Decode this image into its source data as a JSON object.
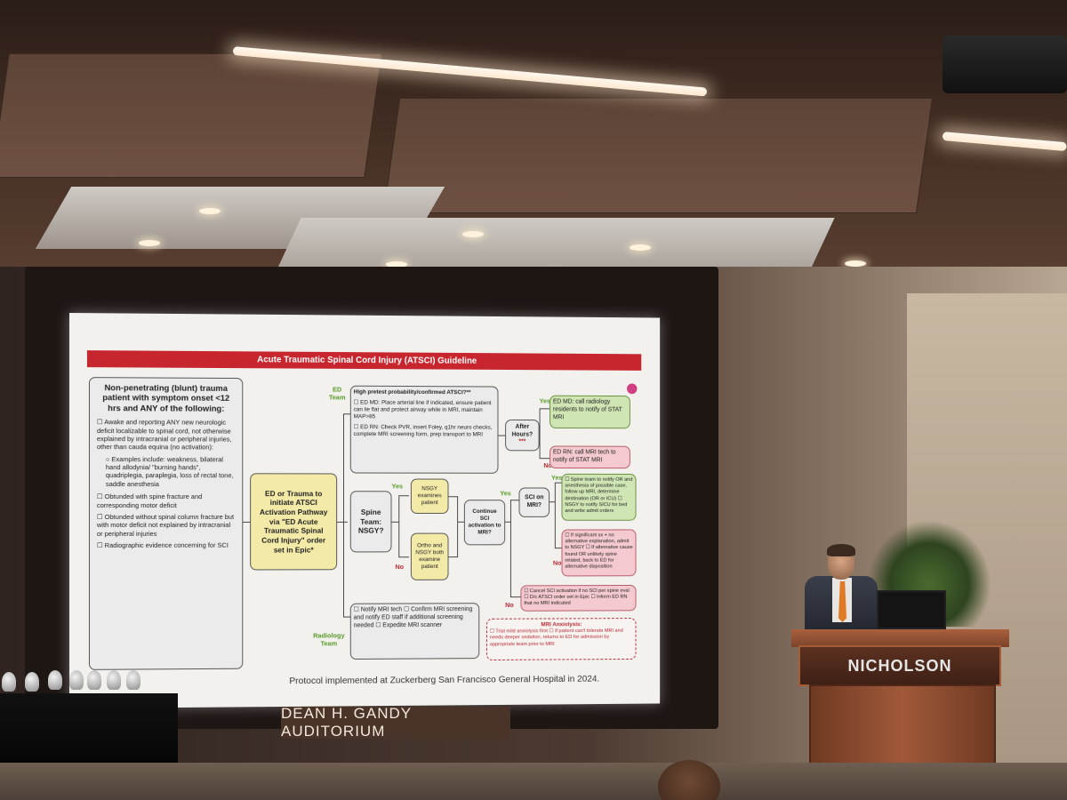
{
  "slide": {
    "title": "Acute Traumatic Spinal Cord Injury (ATSCI) Guideline",
    "criteria": {
      "title": "Non-penetrating (blunt) trauma patient with symptom onset <12 hrs and ANY of the following:",
      "item1": "☐ Awake and reporting ANY new neurologic deficit localizable to spinal cord, not otherwise explained by intracranial or peripheral injuries, other than cauda equina (no activation):",
      "item1_sub": "○ Examples include: weakness, bilateral hand allodynia/ \"burning hands\", quadriplegia, paraplegia, loss of rectal tone, saddle anesthesia",
      "item2": "☐ Obtunded with spine fracture and corresponding motor deficit",
      "item3": "☐ Obtunded without spinal column fracture but with motor deficit not explained by intracranial or peripheral injuries",
      "item4": "☐ Radiographic evidence concerning for SCI"
    },
    "activation": "ED or Trauma to initiate ATSCI Activation Pathway via \"ED Acute Traumatic Spinal Cord Injury\" order set in Epic*",
    "ed_team_label": "ED Team",
    "radiology_team_label": "Radiology Team",
    "ed_box": {
      "title": "High pretest probability/confirmed ATSCI?**",
      "md": "☐ ED MD: Place arterial line if indicated, ensure patient can lie flat and protect airway while in MRI, maintain MAP>85",
      "rn": "☐ ED RN: Check PVR, insert Foley, q1hr neuro checks, complete MRI screening form, prep transport to MRI"
    },
    "after_hours": "After Hours?",
    "after_hours_mark": "***",
    "yes_label": "Yes",
    "no_label": "No",
    "ed_md_radiology": "ED MD: call radiology residents to notify of STAT MRI",
    "ed_rn_mri": "ED RN: call MRI tech to notify of STAT MRI",
    "spine_team": "Spine Team: NSGY?",
    "nsgy_examines": "NSGY examines patient",
    "ortho_nsgy": "Ortho and NSGY both examine patient",
    "continue_sci": "Continue SCI activation to MRI?",
    "sci_on_mri": "SCI on MRI?",
    "spine_notify": "☐ Spine team to notify OR and anesthesia of possible case, follow up MRI, determine destination (OR or ICU)  ☐ NSGY to notify SICU for bed and write admit orders",
    "significant_sx": "☐ If significant sx + no alternative explanation, admit to NSGY  ☐ If alternative cause found OR unlikely spine related, back to ED for alternative disposition",
    "cancel_sci": "☐ Cancel SCI activation if no SCI per spine eval  ☐ D/c ATSCI order set in Epic  ☐ Inform ED RN that no MRI indicated",
    "radiology_box": "☐ Notify MRI tech  ☐ Confirm MRI screening and notify ED staff if additional screening needed  ☐ Expedite MRI scanner",
    "anxiolysis_title": "MRI Anxiolysis:",
    "anxiolysis_body": "☐ Trial mild anxiolysis first  ☐ If patient can't tolerate MRI and needs deeper sedation, returns to ED for admission by appropriate team prior to MRI",
    "footer": "Protocol implemented at Zuckerberg San Francisco General Hospital in 2024."
  },
  "room": {
    "auditorium_sign": "DEAN H. GANDY AUDITORIUM",
    "podium_brand": "NICHOLSON"
  },
  "colors": {
    "header_red": "#c8262e",
    "yes_green": "#5a9a2a",
    "no_red": "#b72a35",
    "box_yellow": "#f3eaa8",
    "box_green": "#cfe6b4",
    "box_pink": "#f4c9cf",
    "podium_wood": "#a0593a"
  }
}
